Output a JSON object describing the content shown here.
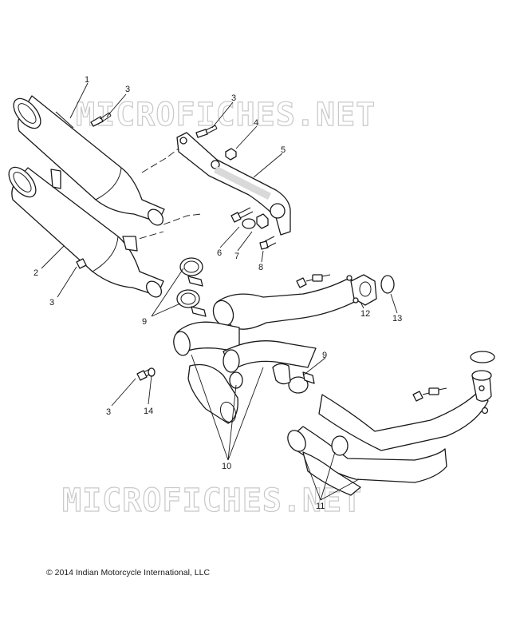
{
  "watermark": "MICROFICHES.NET",
  "copyright": "© 2014 Indian Motorcycle International, LLC",
  "callouts": [
    {
      "id": "c1",
      "label": "1"
    },
    {
      "id": "c2",
      "label": "2"
    },
    {
      "id": "c3a",
      "label": "3"
    },
    {
      "id": "c3b",
      "label": "3"
    },
    {
      "id": "c3c",
      "label": "3"
    },
    {
      "id": "c3d",
      "label": "3"
    },
    {
      "id": "c4",
      "label": "4"
    },
    {
      "id": "c5",
      "label": "5"
    },
    {
      "id": "c6",
      "label": "6"
    },
    {
      "id": "c7",
      "label": "7"
    },
    {
      "id": "c8",
      "label": "8"
    },
    {
      "id": "c9a",
      "label": "9"
    },
    {
      "id": "c9b",
      "label": "9"
    },
    {
      "id": "c10",
      "label": "10"
    },
    {
      "id": "c11",
      "label": "11"
    },
    {
      "id": "c12",
      "label": "12"
    },
    {
      "id": "c13",
      "label": "13"
    },
    {
      "id": "c14",
      "label": "14"
    }
  ]
}
